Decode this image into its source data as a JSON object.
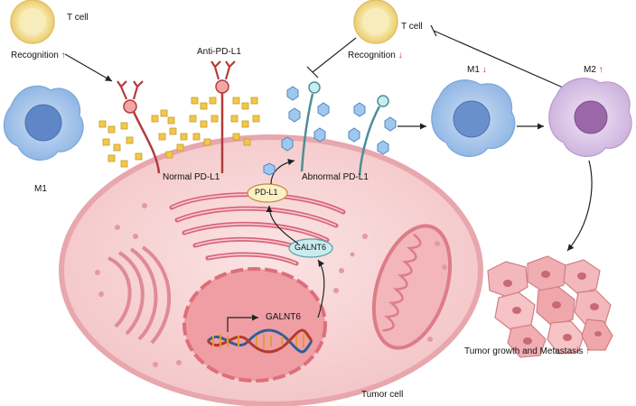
{
  "labels": {
    "t_cell_left": "T cell",
    "recognition_left": "Recognition",
    "t_cell_right": "T cell",
    "recognition_right": "Recognition",
    "anti_pd_l1": "Anti-PD-L1",
    "m1_left": "M1",
    "m1_right": "M1",
    "m2": "M2",
    "normal_pd_l1": "Normal PD-L1",
    "abnormal_pd_l1": "Abnormal PD-L1",
    "pd_l1": "PD-L1",
    "galnt6_protein": "GALNT6",
    "galnt6_gene": "GALNT6",
    "tumor_growth": "Tumor growth and Metastasis",
    "tumor_cell": "Tumor cell"
  },
  "arrows": {
    "up": "↑",
    "down": "↓"
  },
  "colors": {
    "tumor_cell_fill": "#f7d3d3",
    "tumor_cell_border": "#e6a0a6",
    "nucleus_fill": "#ee9ea2",
    "er_golgi": "#d9657a",
    "t_cell": "#f5e6a6",
    "macrophage_m1": "#a9c8ec",
    "macrophage_m2": "#ddc6ea",
    "pd_l1_stalk": "#b23b3b",
    "glycan_square": "#f2c84b",
    "glycan_hex": "#9fc8ef",
    "arrow_red": "#d0222a"
  }
}
